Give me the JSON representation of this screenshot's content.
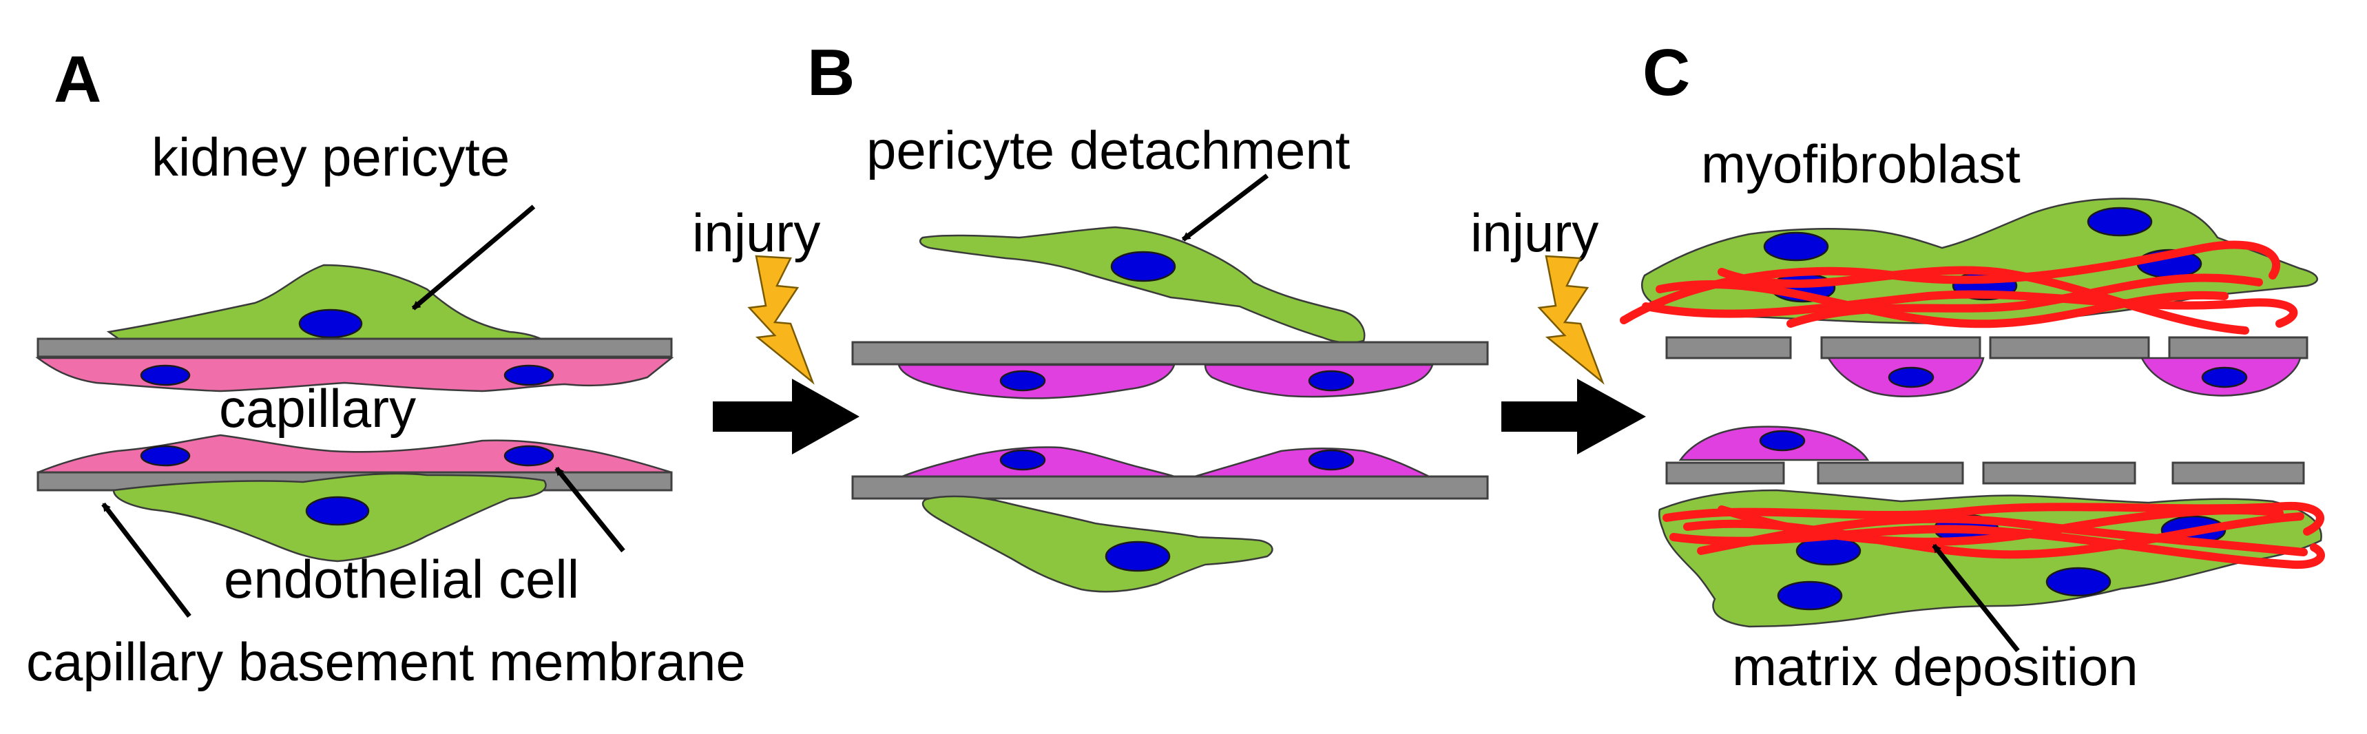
{
  "panels": {
    "a": {
      "letter": "A",
      "labels": {
        "pericyte": "kidney pericyte",
        "capillary": "capillary",
        "endothelial": "endothelial cell",
        "membrane": "capillary basement membrane"
      }
    },
    "b": {
      "letter": "B",
      "labels": {
        "detachment": "pericyte detachment",
        "injury": "injury"
      }
    },
    "c": {
      "letter": "C",
      "labels": {
        "myofibroblast": "myofibroblast",
        "matrix": "matrix deposition",
        "injury": "injury"
      }
    }
  },
  "colors": {
    "pericyte": "#8cc63f",
    "endothelial_a": "#f06ea9",
    "endothelial_bc": "#e040e0",
    "nucleus": "#0000dd",
    "membrane": "#8c8c8c",
    "matrix": "#ff1a1a",
    "lightning": "#f9b51c",
    "arrow": "#000000"
  },
  "icons": [
    "lightning-bolt-icon",
    "right-arrow-icon"
  ]
}
